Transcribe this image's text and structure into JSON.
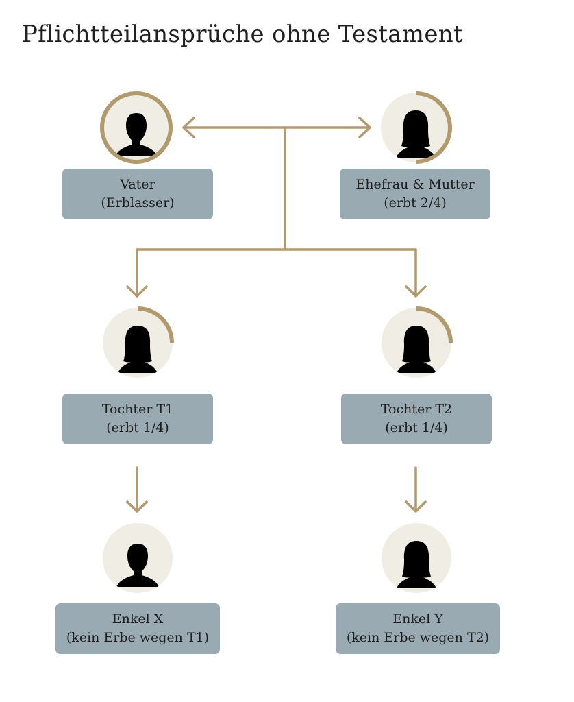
{
  "title": "Pflichtteilansprüche ohne Testament",
  "colors": {
    "connector": "#b09a6e",
    "ring": "#b09a6e",
    "avatar_bg": "#efede4",
    "silhouette": "#000000",
    "label_bg": "#99aab3",
    "label_text": "#1e1e1e"
  },
  "persons": [
    {
      "id": "vater",
      "name": "Vater",
      "detail": "(Erblasser)",
      "icon": "male-silhouette-icon",
      "inheritance_share": 1.0
    },
    {
      "id": "ehefrau",
      "name": "Ehefrau & Mutter",
      "detail": "(erbt 2/4)",
      "icon": "female-silhouette-icon",
      "inheritance_share": 0.5
    },
    {
      "id": "tochter-t1",
      "name": "Tochter T1",
      "detail": "(erbt 1/4)",
      "icon": "female-silhouette-icon",
      "inheritance_share": 0.25
    },
    {
      "id": "tochter-t2",
      "name": "Tochter T2",
      "detail": "(erbt 1/4)",
      "icon": "female-silhouette-icon",
      "inheritance_share": 0.25
    },
    {
      "id": "enkel-x",
      "name": "Enkel X",
      "detail": "(kein Erbe wegen T1)",
      "icon": "male-silhouette-icon",
      "inheritance_share": 0
    },
    {
      "id": "enkel-y",
      "name": "Enkel Y",
      "detail": "(kein Erbe wegen T2)",
      "icon": "female-silhouette-icon",
      "inheritance_share": 0
    }
  ]
}
